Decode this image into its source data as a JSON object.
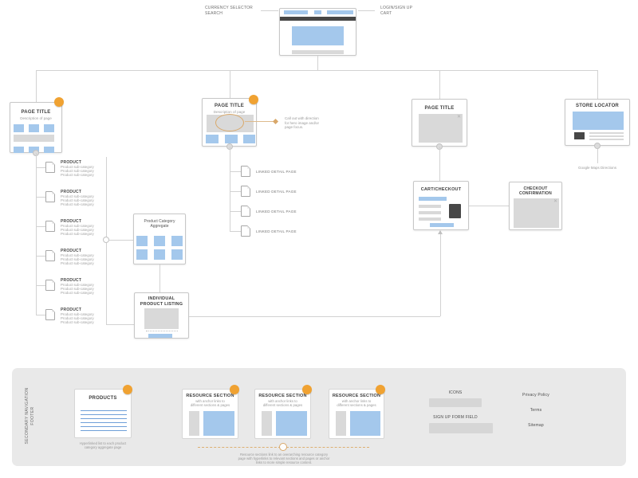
{
  "homepage": {
    "annotation_left": [
      "CURRENCY SELECTOR",
      "SEARCH"
    ],
    "annotation_right": [
      "LOGIN/SIGN UP",
      "CART"
    ]
  },
  "left_page": {
    "title": "PAGE TITLE",
    "description": "Description of page"
  },
  "product_tree": [
    {
      "title": "PRODUCT",
      "subs": [
        "Product sub-category",
        "Product sub-category",
        "Product sub-category"
      ]
    },
    {
      "title": "PRODUCT",
      "subs": [
        "Product sub-category",
        "Product sub-category",
        "Product sub-category"
      ]
    },
    {
      "title": "PRODUCT",
      "subs": [
        "Product sub-category",
        "Product sub-category",
        "Product sub-category"
      ]
    },
    {
      "title": "PRODUCT",
      "subs": [
        "Product sub-category",
        "Product sub-category",
        "Product sub-category"
      ]
    },
    {
      "title": "PRODUCT",
      "subs": [
        "Product sub-category",
        "Product sub-category",
        "Product sub-category"
      ]
    },
    {
      "title": "PRODUCT",
      "subs": [
        "Product sub-category",
        "Product sub-category",
        "Product sub-category"
      ]
    }
  ],
  "center_page": {
    "title": "PAGE TITLE",
    "description": "Description of page",
    "callout": [
      "Call out with direction",
      "for hero image and/or",
      "page focus."
    ]
  },
  "linked_pages": [
    "LINKED DETAIL PAGE",
    "LINKED DETAIL PAGE",
    "LINKED DETAIL PAGE",
    "LINKED DETAIL PAGE"
  ],
  "aggregate": {
    "title": [
      "Product Category",
      "Aggregate"
    ]
  },
  "listing": {
    "title": [
      "INDIVIDUAL",
      "PRODUCT LISTING"
    ]
  },
  "right_page": {
    "title": "PAGE TITLE",
    "close_glyph": "✕"
  },
  "cart": {
    "title": "CART/CHECKOUT"
  },
  "confirmation": {
    "title": [
      "CHECKOUT",
      "CONFIRMATION"
    ],
    "close_glyph": "✕"
  },
  "store_locator": {
    "title": "STORE LOCATOR",
    "caption": "Google Maps Directions"
  },
  "footer": {
    "side_label": [
      "SECONDARY NAVIGATION",
      "FOOTER"
    ],
    "products": {
      "title": "PRODUCTS",
      "caption": [
        "Hyperlinked list to each product",
        "category aggregate page"
      ]
    },
    "resources": [
      {
        "title": "RESOURCE SECTION",
        "subtitle": [
          "with anchor links to",
          "different sections & pages"
        ]
      },
      {
        "title": "RESOURCE SECTION",
        "subtitle": [
          "with anchor links to",
          "different sections & pages"
        ]
      },
      {
        "title": "RESOURCE SECTION",
        "subtitle": [
          "with anchor links to",
          "different sections & pages"
        ]
      }
    ],
    "resources_caption": [
      "Resource sections link to an overarching resource category",
      "page with hyperlinks to relevant sections and pages or anchor",
      "links to more simple resource content."
    ],
    "icons_label": "ICONS",
    "signup_label": "SIGN UP FORM FIELD",
    "links": [
      "Privacy Policy",
      "Terms",
      "Sitemap"
    ]
  },
  "colors": {
    "wireframe_blue": "#a4c8ec",
    "wireframe_gray": "#d9d9d9",
    "wireframe_dark": "#474747",
    "annotation_orange": "#f0a232",
    "connector_gray": "#d2d2d2",
    "footer_background": "#e9e9e9"
  }
}
